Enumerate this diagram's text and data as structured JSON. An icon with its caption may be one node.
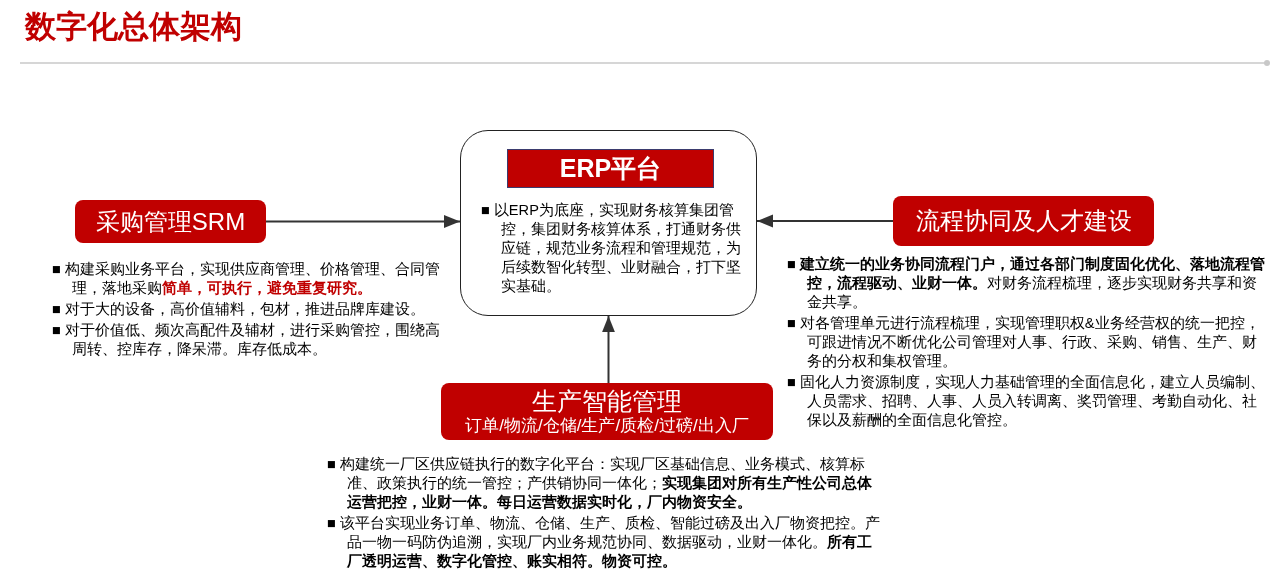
{
  "diagram": {
    "title": "数字化总体架构",
    "nodes": [
      {
        "text": [
          "■ 以ERP为底座，实现财务核算集团管控，集团财务核算体系，打通财务供应链，规范业务流程和管理规范，为后续数智化转型、业财融合，打下坚实基础。"
        ]
      },
      {
        "text": [
          "ERP平台"
        ],
        "in": 0
      },
      {
        "text": [
          "采购管理SRM"
        ],
        "beside": [
          "■ 构建采购业务平台，实现供应商管理、价格管理、合同管理，落地采购**简单，可执行，避免重复研究。**",
          "■ 对于大的设备，高价值辅料，包材，推进品牌库建设。",
          "■ 对于价值低、频次高配件及辅材，进行采购管控，围绕高周转、控库存，降呆滞。库存低成本。"
        ]
      },
      {
        "text": [
          "流程协同及人才建设"
        ],
        "beside": [
          "■ **建立统一的业务协同流程门户，通过各部门制度固化优化、落地流程管控，流程驱动、业财一体。**对财务流程梳理，逐步实现财务共享和资金共享。",
          "■ 对各管理单元进行流程梳理，实现管理职权&业务经营权的统一把控，可跟进情况不断优化公司管理对人事、行政、采购、销售、生产、财务的分权和集权管理。",
          "■ 固化人力资源制度，实现人力基础管理的全面信息化，建立人员编制、人员需求、招聘、人事、人员入转调离、奖罚管理、考勤自动化、社保以及薪酬的全面信息化管控。"
        ]
      },
      {
        "text": [
          "生产智能管理",
          "订单/物流/仓储/生产/质检/过磅/出入厂"
        ],
        "beside": [
          "■ 构建统一厂区供应链执行的数字化平台：实现厂区基础信息、业务模式、核算标准、政策执行的统一管控；产供销协同一体化；**实现集团对所有生产性公司总体运营把控，业财一体。每日运营数据实时化，厂内物资安全。**",
          "■ 该平台实现业务订单、物流、仓储、生产、质检、智能过磅及出入厂物资把控。产品一物一码防伪追溯，实现厂内业务规范协同、数据驱动，业财一体化。**所有工厂透明运营、数字化管控、账实相符。物资可控。**"
        ]
      }
    ],
    "edges": [
      {
        "from": 2,
        "to": 0,
        "arrow": "to"
      },
      {
        "from": 3,
        "to": 0,
        "arrow": "to"
      },
      {
        "from": 4,
        "to": 0,
        "arrow": "to"
      }
    ]
  }
}
